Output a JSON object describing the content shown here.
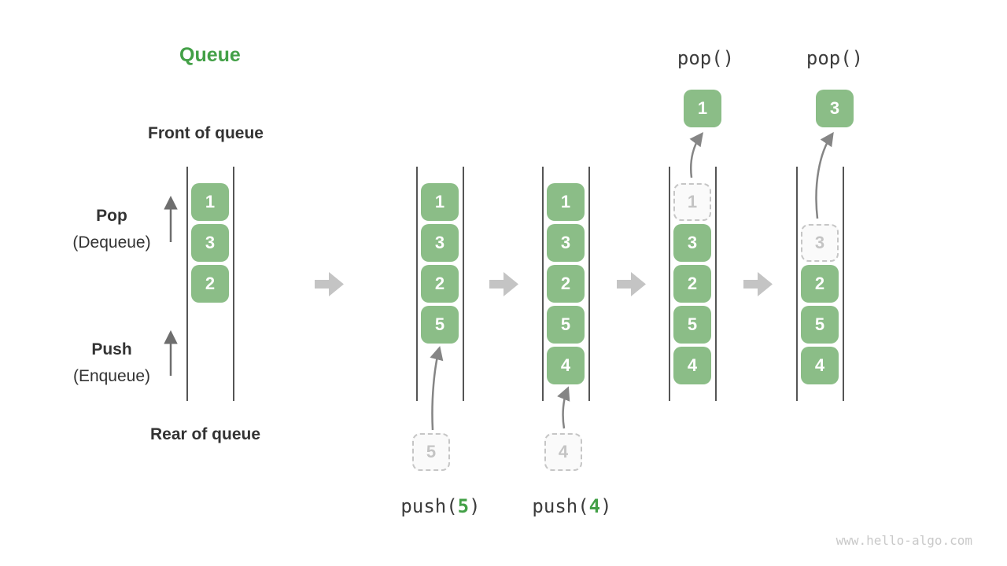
{
  "title": "Queue",
  "side_labels": {
    "front": "Front of queue",
    "rear": "Rear of queue",
    "pop": {
      "name": "Pop",
      "alias": "(Dequeue)"
    },
    "push": {
      "name": "Push",
      "alias": "(Enqueue)"
    }
  },
  "columns": [
    {
      "items": [
        "1",
        "3",
        "2"
      ]
    },
    {
      "items": [
        "1",
        "3",
        "2",
        "5"
      ],
      "incoming_value": "5",
      "op": {
        "fn": "push(",
        "arg": "5",
        "end": ")"
      }
    },
    {
      "items": [
        "1",
        "3",
        "2",
        "5",
        "4"
      ],
      "incoming_value": "4",
      "op": {
        "fn": "push(",
        "arg": "4",
        "end": ")"
      }
    },
    {
      "items": [
        "3",
        "2",
        "5",
        "4"
      ],
      "removed_value": "1",
      "popped_value": "1",
      "op_label": "pop()"
    },
    {
      "items": [
        "2",
        "5",
        "4"
      ],
      "removed_value": "3",
      "popped_value": "3",
      "op_label": "pop()"
    }
  ],
  "icons": {
    "flow_arrow": "right-block-arrow",
    "pop_direction": "up-arrow",
    "push_direction": "up-arrow",
    "push_insert": "curved-up-arrow",
    "pop_remove": "curved-up-arrow"
  },
  "watermark": "www.hello-algo.com",
  "colors": {
    "item_green": "#8BBD87",
    "accent_green": "#43A047",
    "label_ink": "#333333",
    "code_ink": "#3C3C3C",
    "container_line": "#555555",
    "flow_arrow_gray": "#C4C4C4",
    "dashed_gray": "#C6C6C6",
    "curve_arrow_gray": "#858585",
    "watermark_gray": "#C9C9C9"
  }
}
